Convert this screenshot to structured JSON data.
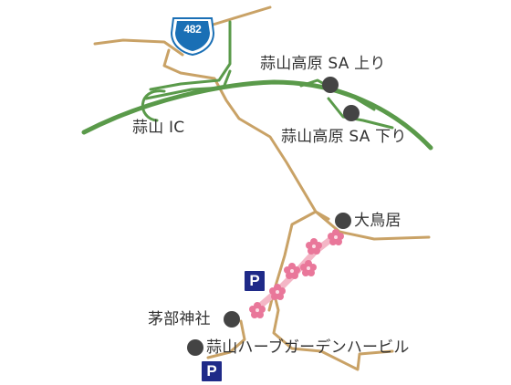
{
  "route_shield": {
    "number": "482",
    "color": "#1a6fb5"
  },
  "labels": {
    "sa_up": "蒜山高原 SA 上り",
    "sa_down": "蒜山高原 SA 下り",
    "ic": "蒜山 IC",
    "torii": "大鳥居",
    "shrine": "茅部神社",
    "herb_garden": "蒜山ハーブガーデンハービル"
  },
  "parking": {
    "label": "P",
    "color": "#1f2a88"
  },
  "colors": {
    "expressway": "#5a9a4a",
    "local_road": "#c9a266",
    "sakura_path": "#f4b6c6",
    "sakura_flower": "#e9779a",
    "poi_dot": "#444444"
  },
  "icons": [
    "route-482-shield-icon",
    "poi-dot-icon",
    "parking-icon",
    "sakura-icon"
  ]
}
